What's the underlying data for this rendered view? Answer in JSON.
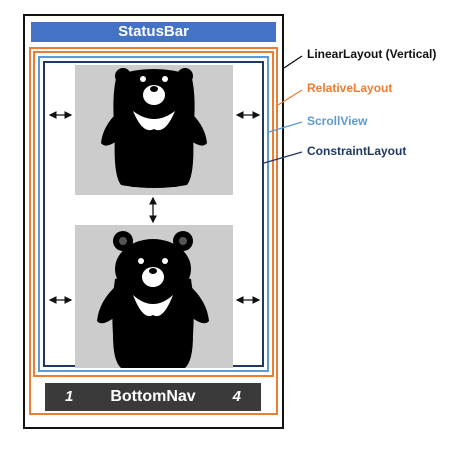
{
  "statusbar": {
    "label": "StatusBar"
  },
  "bottomnav": {
    "left": "1",
    "title": "BottomNav",
    "right": "4"
  },
  "legend": {
    "linear": "LinearLayout (Vertical)",
    "relative": "RelativeLayout",
    "scroll": "ScrollView",
    "constraint": "ConstraintLayout"
  },
  "colors": {
    "linear": "#ed7d31",
    "relative": "#ed7d31",
    "scroll": "#5b9bd5",
    "constraint": "#1f3864",
    "statusbar": "#4472c4",
    "bottomnav": "#3a3a3a",
    "photo_bg": "#cccccc",
    "bear": "#000000"
  },
  "icons": {
    "image_content": "bear-illustration"
  }
}
